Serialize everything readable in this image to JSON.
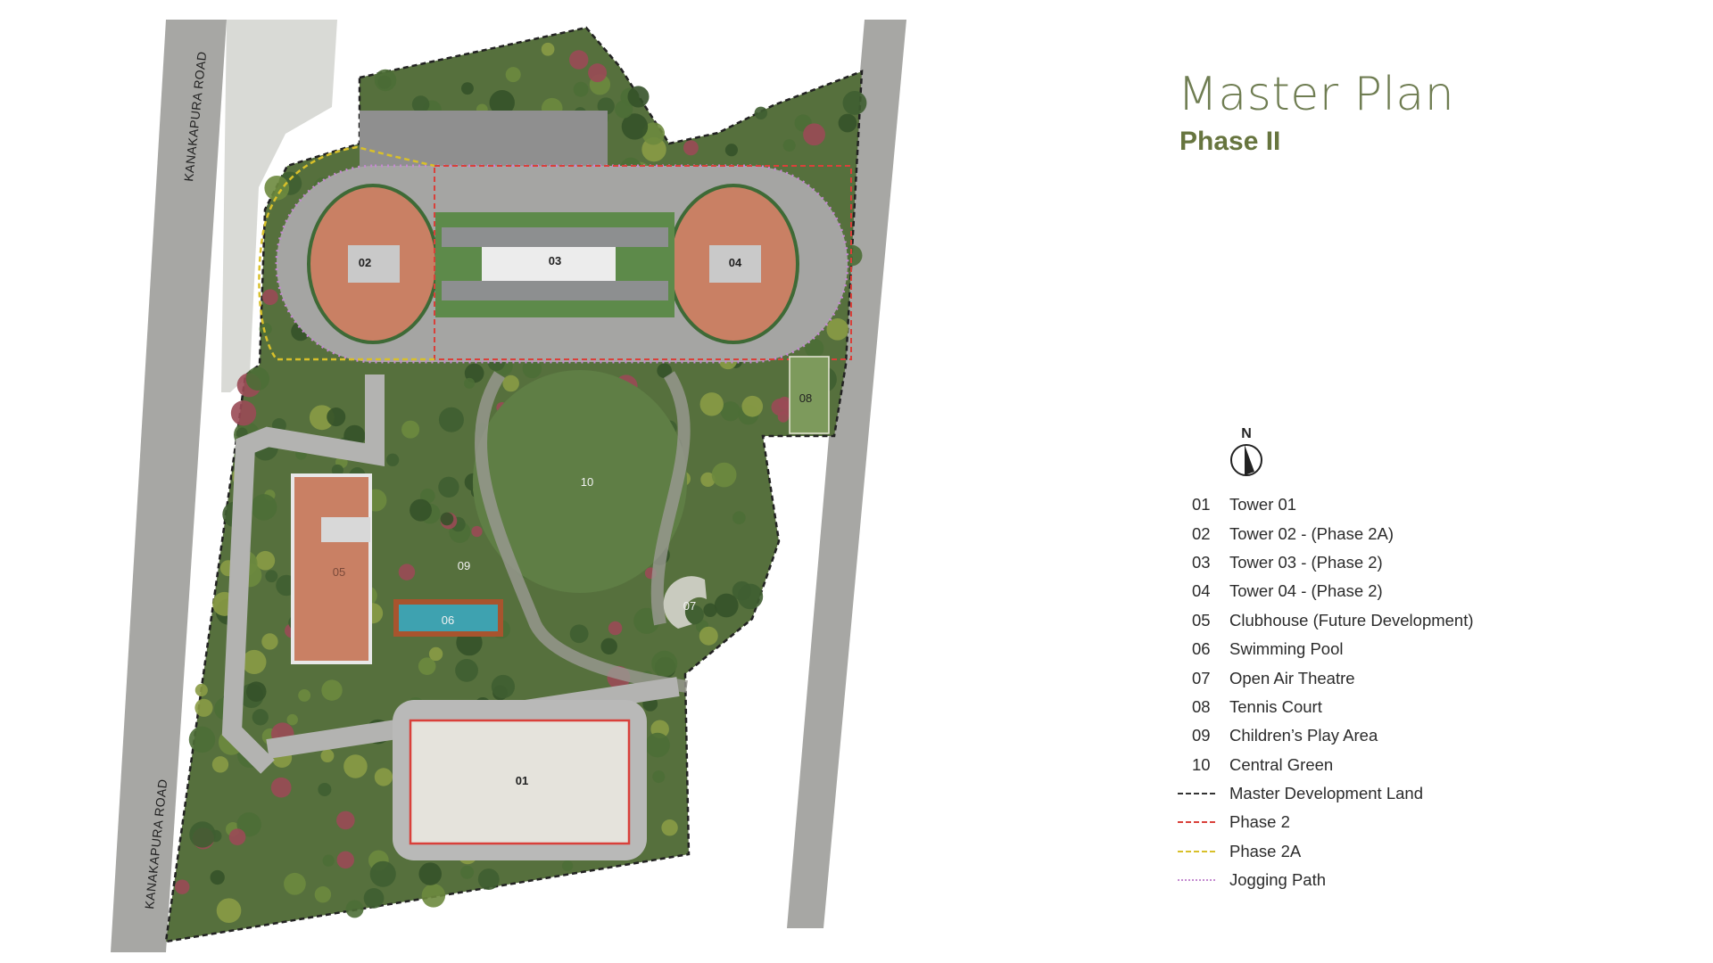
{
  "header": {
    "title": "Master Plan",
    "subtitle": "Phase II"
  },
  "compass": {
    "label": "N",
    "icon": "north-arrow-icon"
  },
  "map": {
    "road_labels": [
      "KANAKAPURA ROAD",
      "KANAKAPURA ROAD"
    ],
    "markers": {
      "t01": "01",
      "t02": "02",
      "t03": "03",
      "t04": "04",
      "c05": "05",
      "p06": "06",
      "o07": "07",
      "t08": "08",
      "k09": "09",
      "g10": "10"
    }
  },
  "legend": {
    "items": [
      {
        "num": "01",
        "label": "Tower 01"
      },
      {
        "num": "02",
        "label": "Tower 02 - (Phase 2A)"
      },
      {
        "num": "03",
        "label": "Tower 03 - (Phase 2)"
      },
      {
        "num": "04",
        "label": "Tower 04 - (Phase 2)"
      },
      {
        "num": "05",
        "label": "Clubhouse (Future Development)"
      },
      {
        "num": "06",
        "label": "Swimming Pool"
      },
      {
        "num": "07",
        "label": "Open Air Theatre"
      },
      {
        "num": "08",
        "label": "Tennis Court"
      },
      {
        "num": "09",
        "label": "Children’s Play Area"
      },
      {
        "num": "10",
        "label": "Central Green"
      }
    ],
    "lines": [
      {
        "label": "Master Development Land",
        "color": "#333333",
        "style": "dashed"
      },
      {
        "label": "Phase 2",
        "color": "#d9403a",
        "style": "dashed"
      },
      {
        "label": "Phase 2A",
        "color": "#d8c02a",
        "style": "dashed"
      },
      {
        "label": "Jogging Path",
        "color": "#c48ad0",
        "style": "dotted"
      }
    ]
  },
  "colors": {
    "accent": "#6f7d52",
    "grass": "#58733f",
    "road": "#a9a9a6",
    "pave": "#b9b9b9"
  }
}
